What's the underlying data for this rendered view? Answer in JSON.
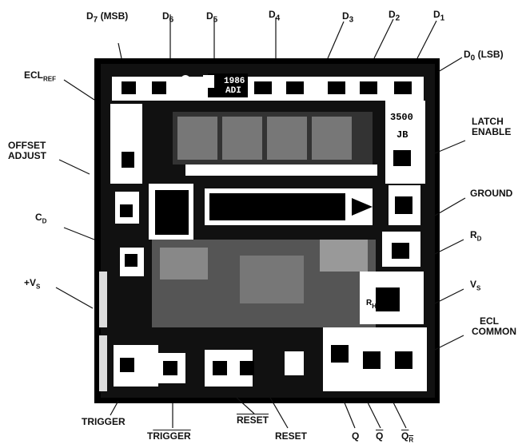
{
  "pins": {
    "d7": {
      "main": "D",
      "sub": "7",
      "suffix": " (MSB)"
    },
    "d6": {
      "main": "D",
      "sub": "6",
      "suffix": ""
    },
    "d5": {
      "main": "D",
      "sub": "5",
      "suffix": ""
    },
    "d4": {
      "main": "D",
      "sub": "4",
      "suffix": ""
    },
    "d3": {
      "main": "D",
      "sub": "3",
      "suffix": ""
    },
    "d2": {
      "main": "D",
      "sub": "2",
      "suffix": ""
    },
    "d1": {
      "main": "D",
      "sub": "1",
      "suffix": ""
    },
    "d0": {
      "main": "D",
      "sub": "0",
      "suffix": " (LSB)"
    },
    "ecl_ref": {
      "main": "ECL",
      "sub": "REF",
      "suffix": ""
    },
    "offset_adjust_1": "OFFSET",
    "offset_adjust_2": "ADJUST",
    "latch_enable_1": "LATCH",
    "latch_enable_2": "ENABLE",
    "ground": "GROUND",
    "cd": {
      "main": "C",
      "sub": "D",
      "suffix": ""
    },
    "rd": {
      "main": "R",
      "sub": "D",
      "suffix": ""
    },
    "vs_left": "+V",
    "vs_left_sub": "S",
    "vs_right": "V",
    "vs_right_sub": "S",
    "ecl_common_1": "ECL",
    "ecl_common_2": "COMMON",
    "trigger": "TRIGGER",
    "trigger_bar": "TRIGGER",
    "reset_bar": "RESET",
    "reset": "RESET",
    "q": "Q",
    "q_bar": "Q",
    "qr_bar_main": "Q",
    "qr_bar_sub": "R"
  },
  "die": {
    "year_text": "1986",
    "maker_text": "ADI",
    "part_text": "3500",
    "rev_text": "JB",
    "rh_main": "R",
    "rh_sub": "H"
  },
  "colors": {
    "die": "#000000",
    "pad": "#ffffff",
    "label": "#111111"
  }
}
